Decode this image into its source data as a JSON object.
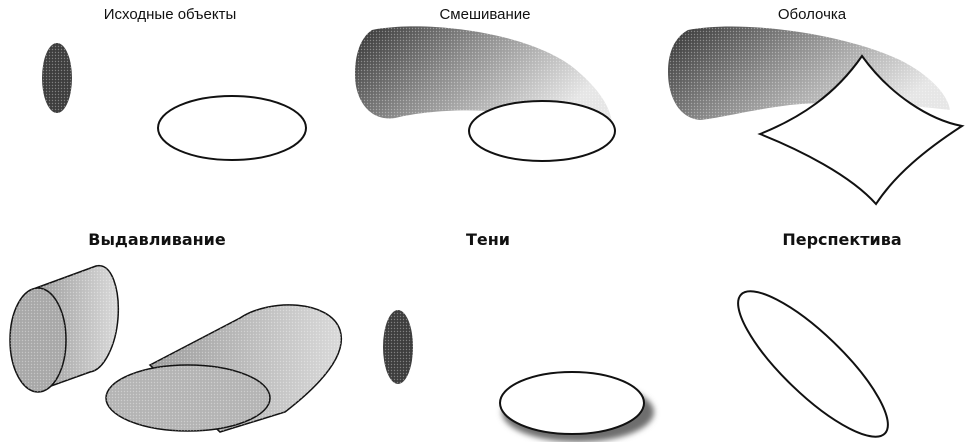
{
  "captions": {
    "source_objects": "Исходные объекты",
    "blend": "Смешивание",
    "envelope": "Оболочка",
    "extrude": "Выдавливание",
    "shadows": "Тени",
    "perspective": "Перспектива"
  },
  "colors": {
    "outline": "#111111",
    "dark_fill": "#3a3a3a",
    "mid_fill": "#9a9a9a",
    "light_fill": "#cfcfcf",
    "background": "#ffffff"
  }
}
